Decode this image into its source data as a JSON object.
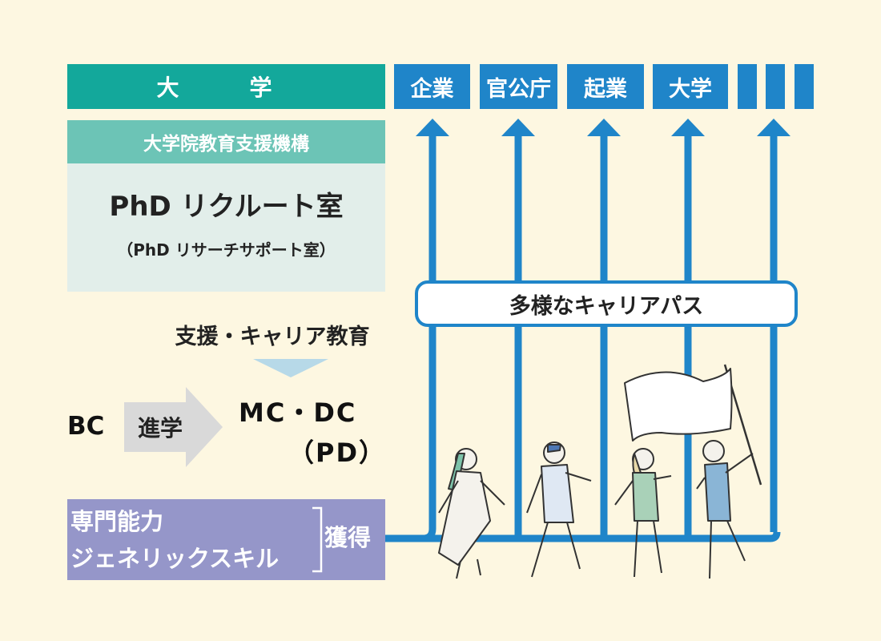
{
  "university_label": "大　学",
  "careers": [
    {
      "label": "企業"
    },
    {
      "label": "官公庁"
    },
    {
      "label": "起業"
    },
    {
      "label": "大学"
    },
    {
      "label": ""
    },
    {
      "label": ""
    },
    {
      "label": ""
    }
  ],
  "panel": {
    "header": "大学院教育支援機構",
    "title": "PhD リクルート室",
    "subtitle": "（PhD リサーチサポート室）"
  },
  "support_label": "支援・キャリア教育",
  "progression": {
    "from": "BC",
    "arrow_label": "進学",
    "to_line1": "MC・DC",
    "to_line2": "（PD）"
  },
  "skills": {
    "line1": "専門能力",
    "line2": "ジェネリックスキル",
    "acquire": "獲得"
  },
  "career_path_label": "多様なキャリアパス",
  "colors": {
    "background": "#fdf7e1",
    "university_bar": "#13a89b",
    "career_box": "#1f85c9",
    "panel_header": "#6cc4b6",
    "panel_body": "#e2eeea",
    "skills_box": "#9596c9",
    "arrow_gray": "#d9d9d9",
    "pointer_blue": "#b7d9e8"
  },
  "illustration": "people-walking-with-flag-icon"
}
